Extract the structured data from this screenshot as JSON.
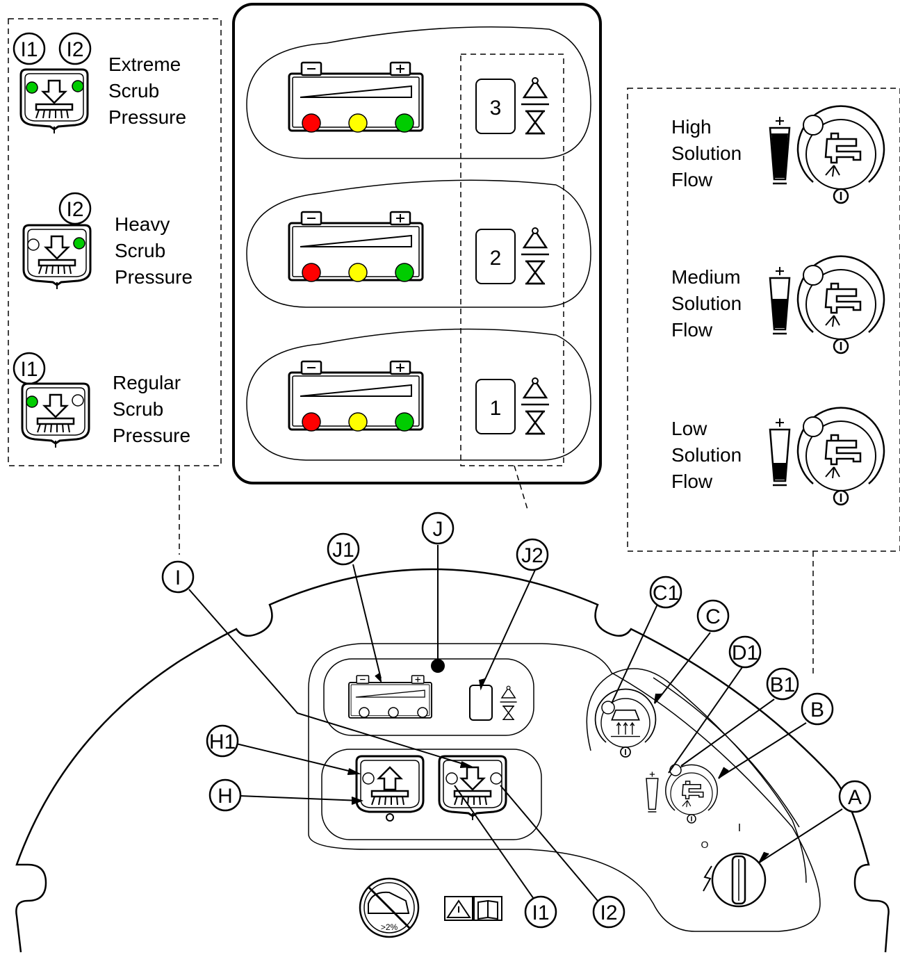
{
  "callouts": {
    "A": "A",
    "B": "B",
    "B1": "B1",
    "C": "C",
    "C1": "C1",
    "D1": "D1",
    "H": "H",
    "H1": "H1",
    "I": "I",
    "I1": "I1",
    "I2": "I2",
    "J": "J",
    "J1": "J1",
    "J2": "J2"
  },
  "scrub_pressure": [
    {
      "line1": "Extreme",
      "line2": "Scrub",
      "line3": "Pressure",
      "badges": [
        "I1",
        "I2"
      ]
    },
    {
      "line1": "Heavy",
      "line2": "Scrub",
      "line3": "Pressure",
      "badges": [
        "I2"
      ]
    },
    {
      "line1": "Regular",
      "line2": "Scrub",
      "line3": "Pressure",
      "badges": [
        "I1"
      ]
    }
  ],
  "solution_flow": [
    {
      "line1": "High",
      "line2": "Solution",
      "line3": "Flow"
    },
    {
      "line1": "Medium",
      "line2": "Solution",
      "line3": "Flow"
    },
    {
      "line1": "Low",
      "line2": "Solution",
      "line3": "Flow"
    }
  ],
  "hour_meter_values": [
    "3",
    "2",
    "1"
  ],
  "battery_leds": [
    "#ff0000",
    "#ffff00",
    "#00cc00"
  ],
  "scrub_led_color": "#00cc00",
  "grade_label": ">2%",
  "switch_on_mark": "I",
  "switch_off_mark": "O",
  "icons": [
    "battery-icon",
    "hour-glass-icon",
    "scrub-brush-icon",
    "solution-tap-icon",
    "vacuum-icon",
    "key-switch-icon",
    "warning-icon",
    "manual-icon",
    "no-slope-icon"
  ]
}
